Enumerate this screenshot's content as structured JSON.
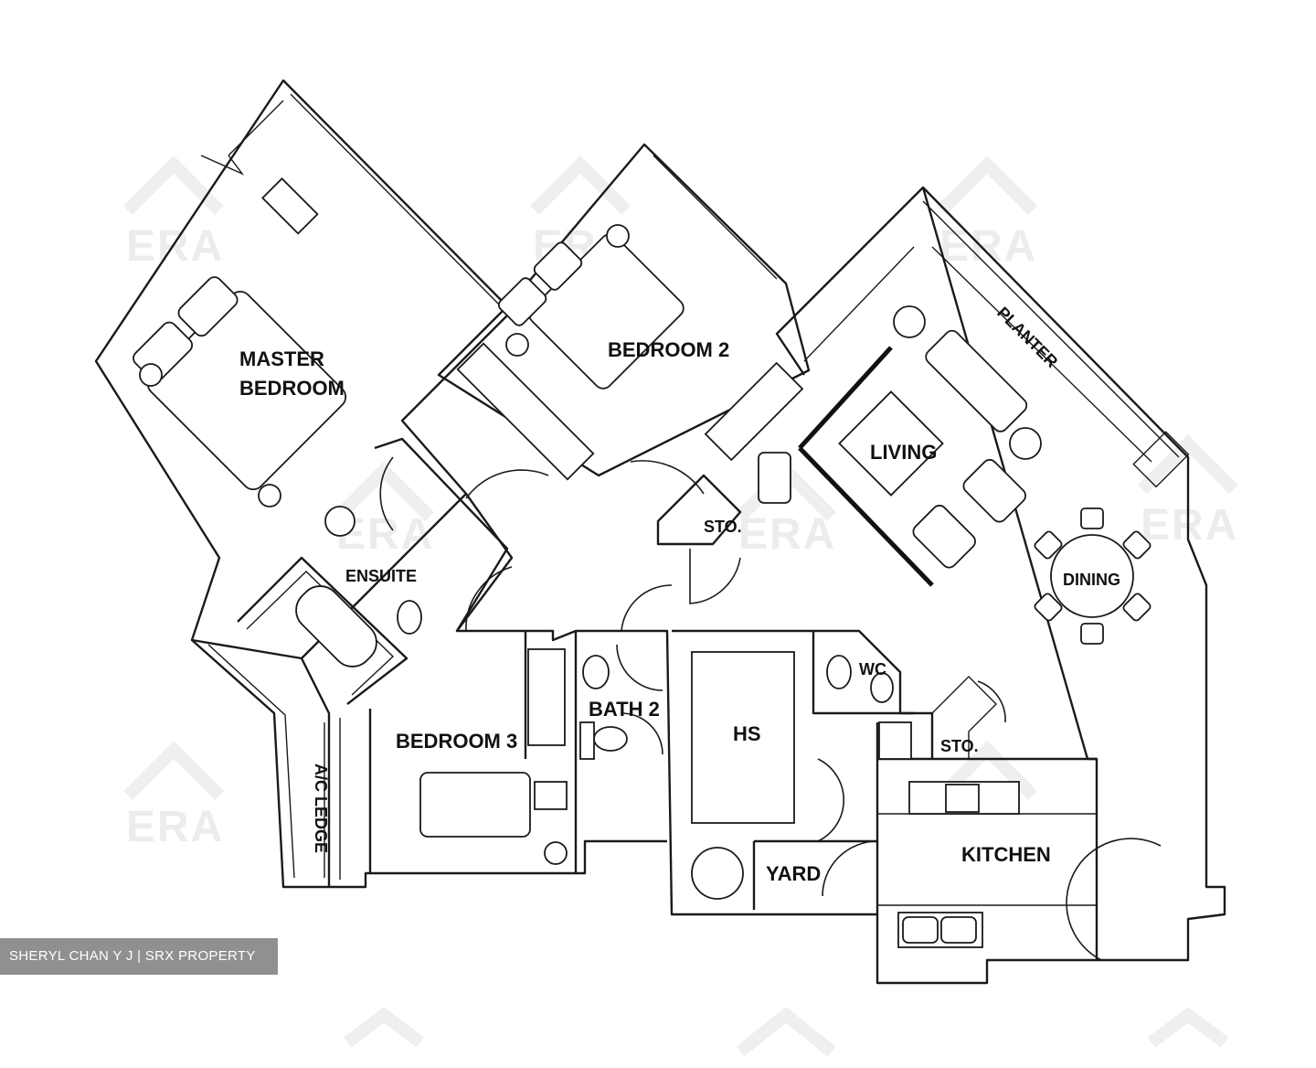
{
  "watermark": {
    "brand": "ERA"
  },
  "rooms": {
    "master_bedroom_line1": "MASTER",
    "master_bedroom_line2": "BEDROOM",
    "bedroom_2": "BEDROOM 2",
    "bedroom_3": "BEDROOM 3",
    "living": "LIVING",
    "dining": "DINING",
    "ensuite": "ENSUITE",
    "bath_2": "BATH 2",
    "wc": "WC",
    "hs": "HS",
    "yard": "YARD",
    "kitchen": "KITCHEN",
    "store_1": "STO.",
    "store_2": "STO.",
    "planter": "PLANTER",
    "ac_ledge": "A/C LEDGE"
  },
  "credit": {
    "text": "SHERYL CHAN Y J | SRX PROPERTY"
  }
}
